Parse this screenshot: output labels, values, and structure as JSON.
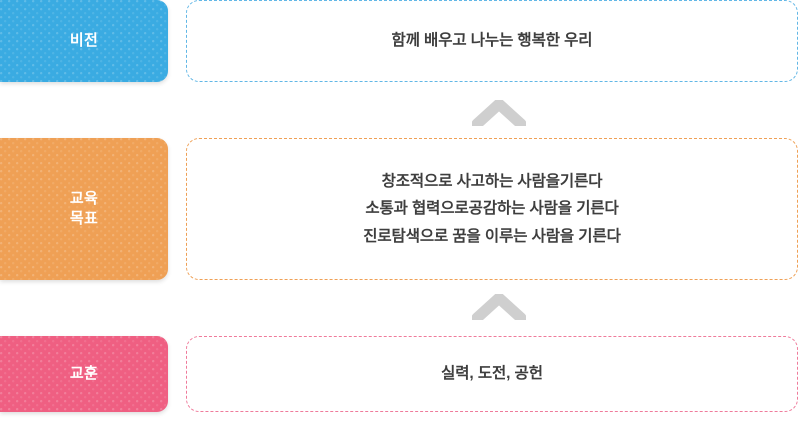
{
  "diagram": {
    "type": "school-philosophy-hierarchy",
    "colors": {
      "vision_chip": "#3aabe2",
      "vision_border": "#62b7e6",
      "goals_chip": "#efa055",
      "goals_border": "#efa055",
      "motto_chip": "#ef5f82",
      "motto_border": "#ef7b9b",
      "chevron": "#cfcfcf",
      "text": "#3e3e3e",
      "chip_text": "#ffffff"
    },
    "rows": [
      {
        "key": "vision",
        "label": "비전",
        "content": "함께 배우고 나누는 행복한 우리"
      },
      {
        "key": "goals",
        "label": "교육\n목표",
        "content": "창조적으로 사고하는 사람을기른다\n소통과 협력으로공감하는 사람을 기른다\n진로탐색으로 꿈을 이루는 사람을 기른다"
      },
      {
        "key": "motto",
        "label": "교훈",
        "content": "실력, 도전, 공헌"
      }
    ],
    "connectors": [
      {
        "key": "connector-1",
        "icon": "chevron-up-icon"
      },
      {
        "key": "connector-2",
        "icon": "chevron-up-icon"
      }
    ]
  }
}
